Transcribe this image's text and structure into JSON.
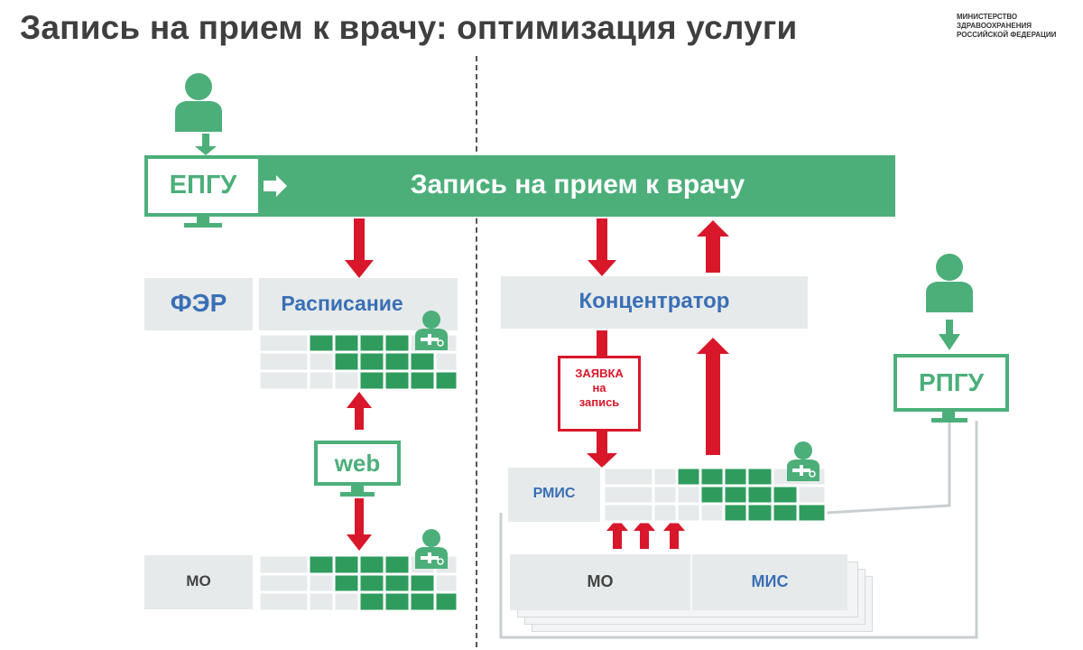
{
  "title": "Запись на прием к врачу: оптимизация услуги",
  "ministry": {
    "line1": "МИНИСТЕРСТВО",
    "line2": "ЗДРАВООХРАНЕНИЯ",
    "line3": "РОССИЙСКОЙ ФЕДЕРАЦИИ"
  },
  "banner": {
    "label": "Запись на прием к врачу",
    "portal": "ЕПГУ"
  },
  "left": {
    "fer": "ФЭР",
    "schedule": "Расписание",
    "web": "web",
    "mo": "МО"
  },
  "right": {
    "concentrator": "Концентратор",
    "request": {
      "line1": "ЗАЯВКА",
      "line2": "на",
      "line3": "запись"
    },
    "rmis": "РМИС",
    "mo": "МО",
    "mis": "МИС",
    "rpgu": "РПГУ"
  },
  "colors": {
    "green": "#4caf7a",
    "red": "#d9172b",
    "gray": "#e6eaeb",
    "blue_text": "#3a6fb4"
  }
}
